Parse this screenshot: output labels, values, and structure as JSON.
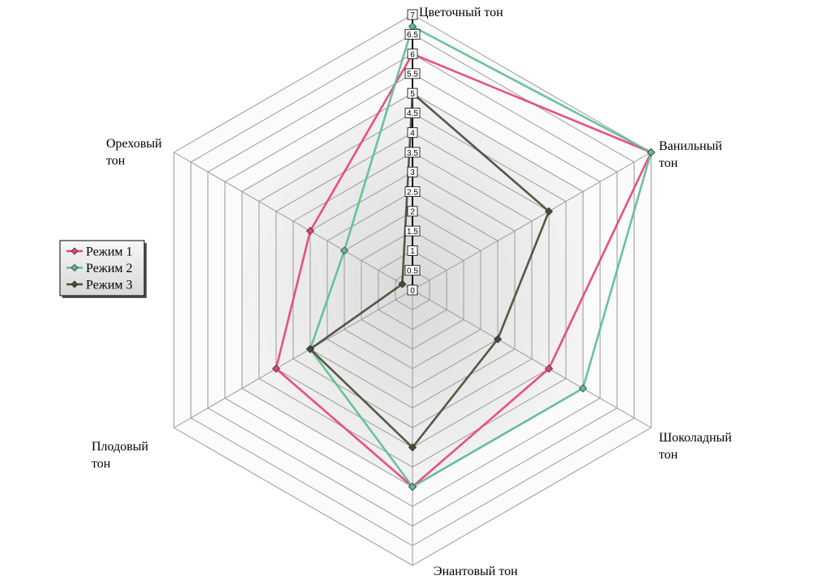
{
  "chart_data": {
    "type": "radar",
    "title": "",
    "axes": [
      [
        "Цветочный тон"
      ],
      [
        "Ванильный",
        "тон"
      ],
      [
        "Шоколадный",
        "тон"
      ],
      [
        "Энантовый тон"
      ],
      [
        "Плодовый",
        "тон"
      ],
      [
        "Ореховый",
        "тон"
      ]
    ],
    "rlim": [
      0,
      7
    ],
    "ticks": [
      "0",
      "0.5",
      "1",
      "1.5",
      "2",
      "2.5",
      "3",
      "3.5",
      "4",
      "4.5",
      "5",
      "5.5",
      "6",
      "6.5",
      "7"
    ],
    "series": [
      {
        "name": "Режим 1",
        "values": [
          6,
          7,
          4,
          5,
          4,
          3
        ]
      },
      {
        "name": "Режим 2",
        "values": [
          6.7,
          7,
          5,
          5,
          3,
          2
        ]
      },
      {
        "name": "Режим 3",
        "values": [
          5,
          4,
          2.5,
          4,
          3,
          0.3
        ]
      }
    ],
    "colors": {
      "series": [
        "#e8417a",
        "#5cbf8e",
        "#4a4a35"
      ],
      "outer_line": "#2e8b6a",
      "grid": "#9a9a9a",
      "axis": "#000000"
    },
    "legend": {
      "position": "left"
    },
    "grid": true
  }
}
